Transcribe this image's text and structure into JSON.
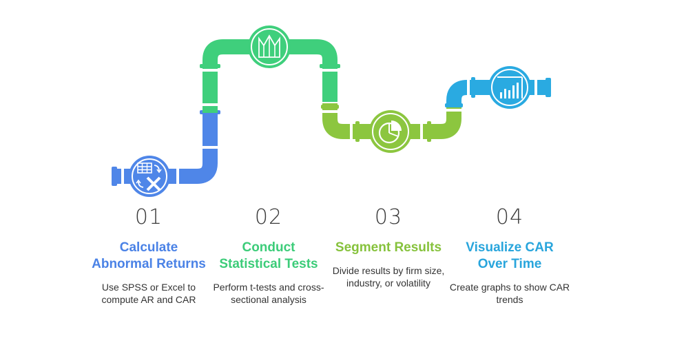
{
  "colors": {
    "blue": "#4f86e8",
    "green": "#3fcf7c",
    "lime": "#8cc63f",
    "sky": "#2aaae1",
    "title_step1": "#4a82e6",
    "title_step2": "#3ccc79",
    "title_step3": "#86c23c",
    "title_step4": "#28a5dc"
  },
  "steps": [
    {
      "number": "01",
      "title": "Calculate Abnormal Returns",
      "description": "Use SPSS or Excel to compute AR and CAR",
      "icon": "spreadsheet-convert-icon",
      "color": "#4a82e6"
    },
    {
      "number": "02",
      "title": "Conduct Statistical Tests",
      "description": "Perform t-tests and cross-sectional analysis",
      "icon": "crown-chart-icon",
      "color": "#3ccc79"
    },
    {
      "number": "03",
      "title": "Segment Results",
      "description": "Divide results by firm size, industry, or volatility",
      "icon": "pie-chart-icon",
      "color": "#86c23c"
    },
    {
      "number": "04",
      "title": "Visualize CAR Over Time",
      "description": "Create graphs to show CAR trends",
      "icon": "bar-chart-icon",
      "color": "#28a5dc"
    }
  ]
}
